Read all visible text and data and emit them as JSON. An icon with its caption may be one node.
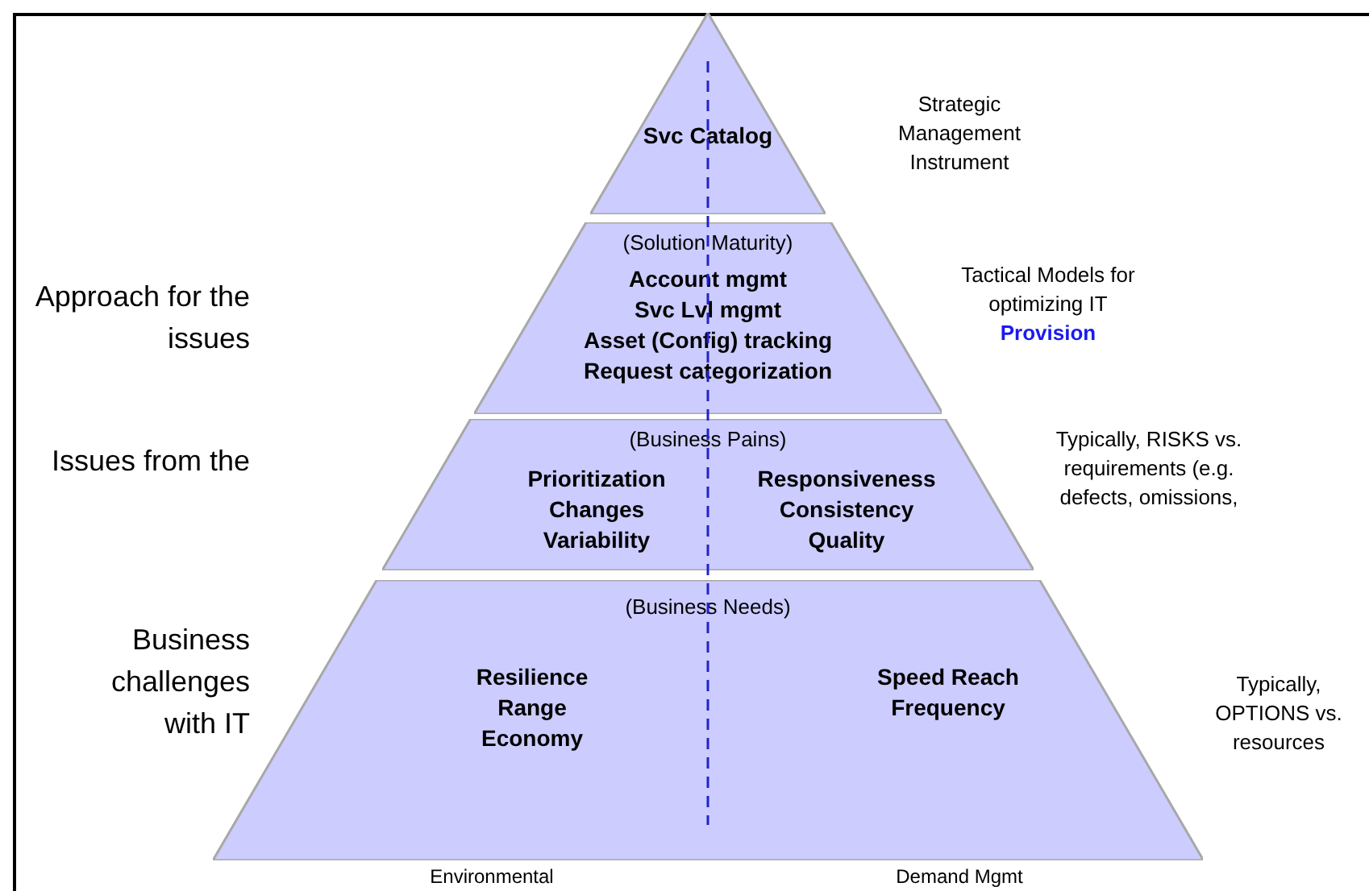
{
  "diagram": {
    "nodes": [
      {
        "text": [
          "Svc Catalog"
        ]
      },
      {
        "text": [
          "(Solution Maturity)",
          "Account mgmt",
          "Svc Lvl mgmt",
          "Asset (Config) tracking",
          "Request categorization"
        ]
      },
      {
        "text": [
          "(Business Pains)",
          "Prioritization Changes Variability",
          "Responsiveness Consistency Quality"
        ]
      },
      {
        "text": [
          "(Business Needs)",
          "Resilience Range Economy",
          "Speed Reach Frequency"
        ]
      }
    ],
    "labels": [
      "Strategic Management Instrument",
      "Approach for the issues",
      "Tactical Models for optimizing IT **Provision**",
      "Issues from the",
      "Typically, RISKS vs. requirements (e.g. defects, omissions,",
      "Business challenges with IT",
      "Typically, OPTIONS vs. resources",
      "Environmental",
      "Demand Mgmt"
    ]
  }
}
